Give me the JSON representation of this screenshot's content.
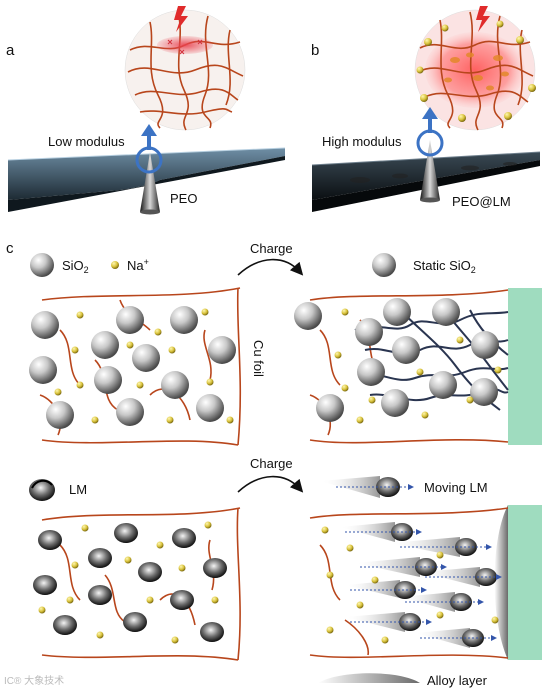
{
  "panel_a": {
    "letter": "a",
    "label": "Low modulus",
    "material": "PEO"
  },
  "panel_b": {
    "letter": "b",
    "label": "High modulus",
    "material": "PEO@LM"
  },
  "panel_c": {
    "letter": "c",
    "sio2_prefix": "SiO",
    "sio2_sub": "2",
    "na_prefix": "Na",
    "na_sup": "+",
    "charge_top": "Charge",
    "static_prefix": "Static SiO",
    "static_sub": "2",
    "cu_foil": "Cu foil",
    "lm": "LM",
    "charge_bottom": "Charge",
    "moving_lm": "Moving LM",
    "alloy_layer": "Alloy layer"
  },
  "watermark": "IC® 大象技术",
  "colors": {
    "chain": "#b8461c",
    "cu_foil": "#9fdcbf",
    "arrow_blue": "#3c73c4",
    "sio2": "#a9a9a9",
    "na": "#d8c23b",
    "hotspot": "#e9414e"
  }
}
